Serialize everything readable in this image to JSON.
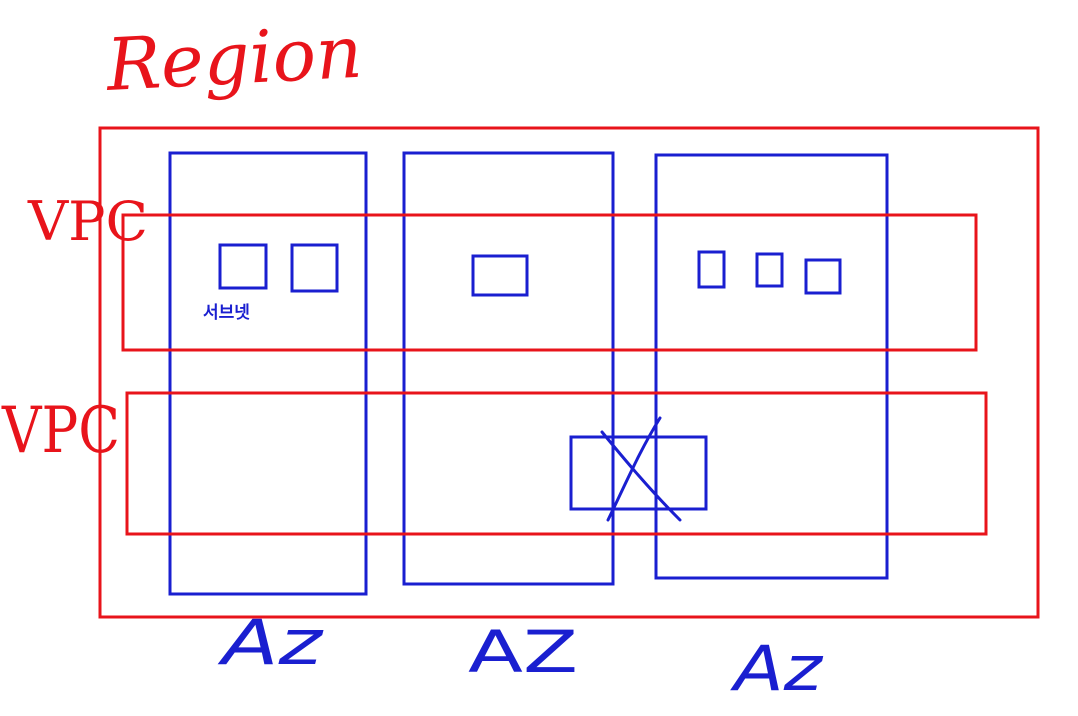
{
  "labels": {
    "region": "Region",
    "vpc_top": "VPC",
    "vpc_bottom": "VPC",
    "az_1": "Az",
    "az_2": "AZ",
    "az_3": "Az",
    "subnet": "서브넷"
  },
  "colors": {
    "region_stroke": "#e8141b",
    "vpc_stroke": "#e8141b",
    "az_stroke": "#1a1fd0",
    "subnet_stroke": "#1a1fd0",
    "background": "#ffffff"
  },
  "notes": {
    "crossed_subnet": "subnet spanning two AZs is crossed out (invalid)"
  }
}
